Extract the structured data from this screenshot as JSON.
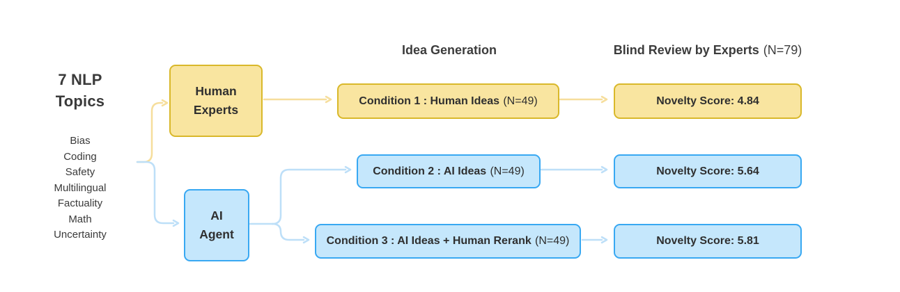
{
  "colors": {
    "yellow_fill": "#F9E5A0",
    "yellow_border": "#D9B82A",
    "yellow_arrow": "#F6DE9C",
    "blue_fill": "#C5E7FC",
    "blue_border": "#38A8F2",
    "blue_arrow": "#BDDFF8",
    "text_dark": "#383838"
  },
  "left_panel": {
    "title_line1": "7 NLP",
    "title_line2": "Topics",
    "topics": [
      "Bias",
      "Coding",
      "Safety",
      "Multilingual",
      "Factuality",
      "Math",
      "Uncertainty"
    ]
  },
  "sources": {
    "human": {
      "line1": "Human",
      "line2": "Experts"
    },
    "ai": {
      "line1": "AI",
      "line2": "Agent"
    }
  },
  "headers": {
    "idea_generation": "Idea Generation",
    "blind_review_bold": "Blind Review by Experts",
    "blind_review_normal": "(N=79)"
  },
  "conditions": [
    {
      "label_bold": "Condition 1 : Human Ideas",
      "label_normal": "(N=49)",
      "theme": "yellow"
    },
    {
      "label_bold": "Condition 2 : AI Ideas",
      "label_normal": "(N=49)",
      "theme": "blue"
    },
    {
      "label_bold": "Condition 3 : AI Ideas + Human Rerank",
      "label_normal": "(N=49)",
      "theme": "blue"
    }
  ],
  "results": [
    {
      "label": "Novelty Score: 4.84",
      "theme": "yellow"
    },
    {
      "label": "Novelty Score: 5.64",
      "theme": "blue"
    },
    {
      "label": "Novelty Score: 5.81",
      "theme": "blue"
    }
  ]
}
